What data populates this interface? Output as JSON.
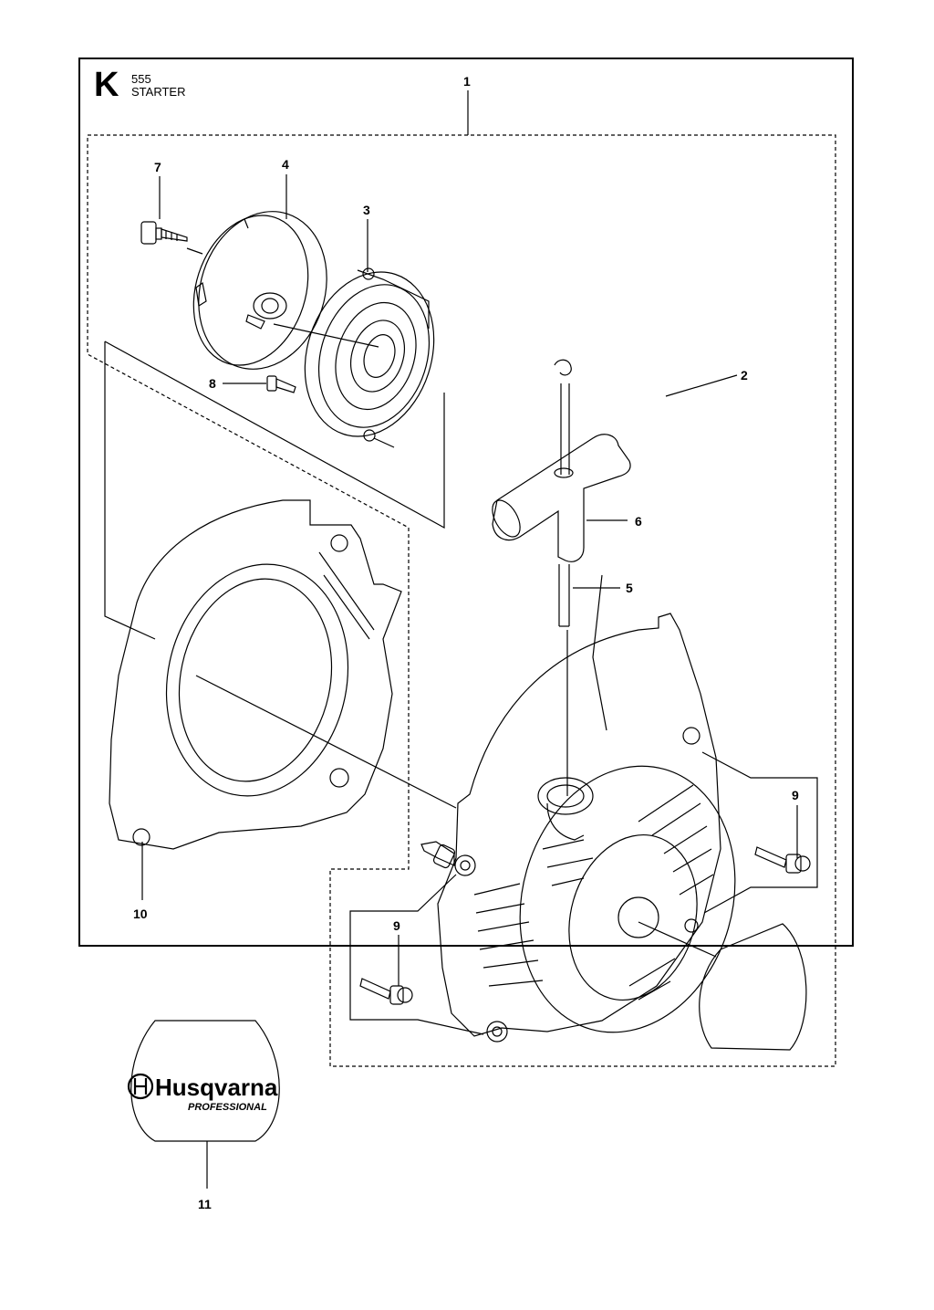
{
  "header": {
    "section_letter": "K",
    "model": "555",
    "title": "STARTER"
  },
  "callouts": [
    "1",
    "2",
    "3",
    "4",
    "5",
    "6",
    "7",
    "8",
    "9",
    "9",
    "10",
    "11"
  ],
  "decal": {
    "brand": "Husqvarna",
    "tagline": "PROFESSIONAL"
  },
  "colors": {
    "line": "#000000",
    "background": "#ffffff"
  }
}
